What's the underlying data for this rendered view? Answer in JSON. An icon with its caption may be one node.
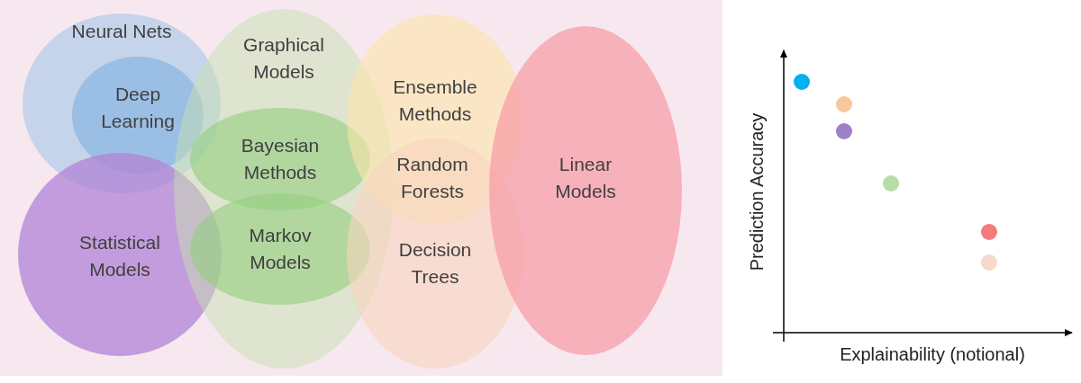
{
  "diagram": {
    "nodes": [
      {
        "text": [
          "Neural Nets"
        ]
      },
      {
        "text": [
          "Deep Learning"
        ],
        "in": 0
      },
      {
        "text": [
          "Statistical Models"
        ]
      },
      {
        "text": [
          "Graphical Models"
        ]
      },
      {
        "text": [
          "Bayesian Methods"
        ],
        "in": 3
      },
      {
        "text": [
          "Markov Models"
        ],
        "in": 3
      },
      {
        "text": [
          "Ensemble Methods"
        ]
      },
      {
        "text": [
          "Random Forests"
        ]
      },
      {
        "text": [
          "Decision Trees"
        ]
      },
      {
        "text": [
          "Linear Models"
        ]
      }
    ],
    "edges": [],
    "labels": [
      "Prediction Accuracy",
      "Explainability (notional)"
    ]
  }
}
